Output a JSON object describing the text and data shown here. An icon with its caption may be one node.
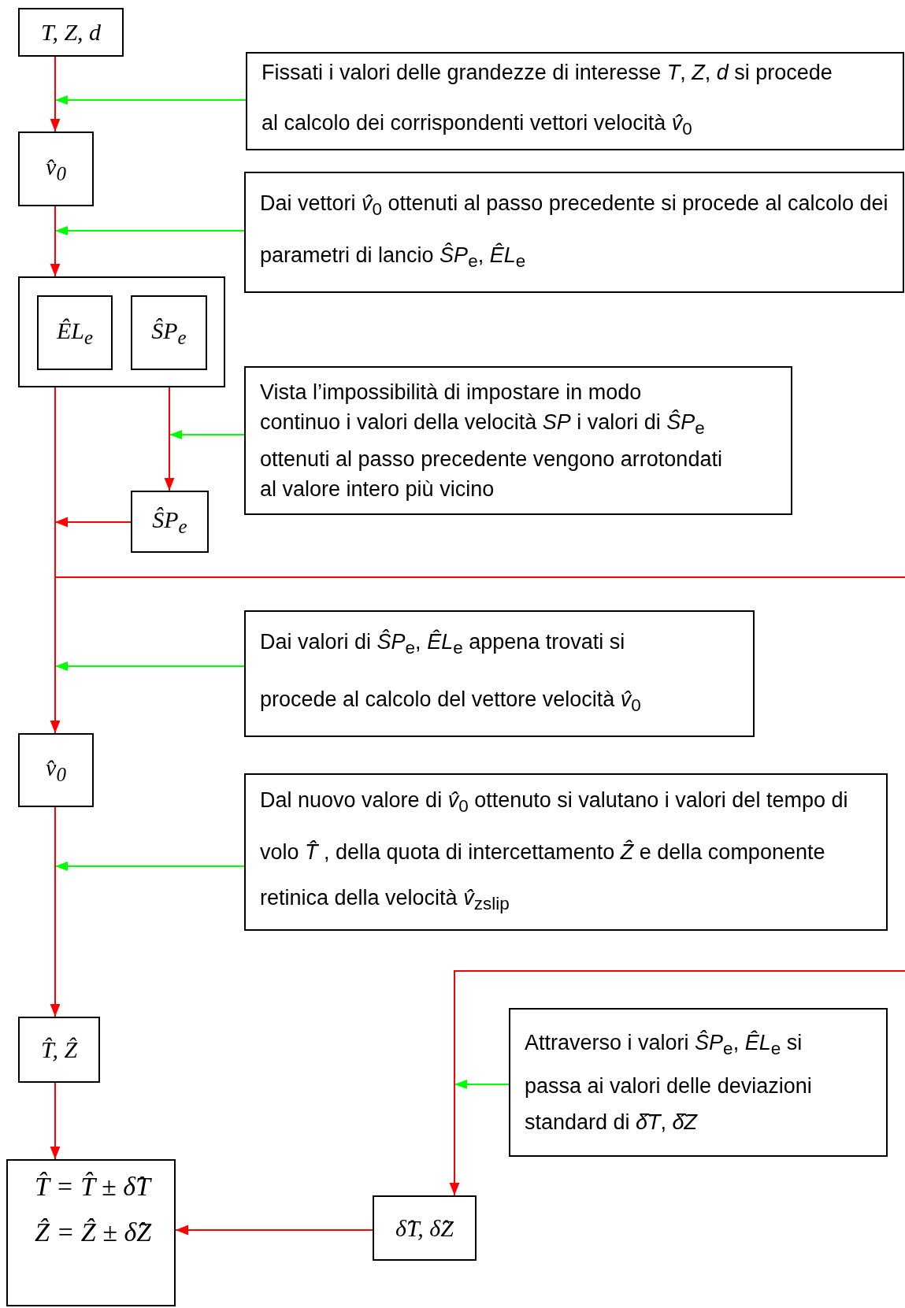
{
  "diagram": {
    "nodes": [
      {
        "text": [
          "T, Z, d"
        ]
      },
      {
        "text": [
          "Fissati i valori delle grandezze di interesse *T*, *Z*, *d* si procede al calcolo dei corrispondenti vettori velocità *v̂*$_{0}$"
        ]
      },
      {
        "text": [
          "v̂$_{0}$"
        ]
      },
      {
        "text": [
          "Dai vettori *v̂*$_{0}$ ottenuti al passo precedente si procede al calcolo dei parametri di lancio *ŜP*$_{e}$, *ÊL*$_{e}$"
        ]
      },
      {
        "text": [],
        "shape": "box"
      },
      {
        "text": [
          "ÊL$_{e}$"
        ],
        "in": 4
      },
      {
        "text": [
          "ŜP$_{e}$"
        ],
        "in": 4
      },
      {
        "text": [
          "Vista l’impossibilità di impostare in modo continuo i valori della velocità *SP* i valori di *ŜP*$_{e}$ ottenuti al passo precedente vengono arrotondati al valore intero più vicino"
        ]
      },
      {
        "text": [
          "ŜP$_{e}$"
        ]
      },
      {
        "text": [
          "Dai valori di *ŜP*$_{e}$, *ÊL*$_{e}$ appena trovati si procede al calcolo del vettore velocità *v̂*$_{0}$"
        ]
      },
      {
        "text": [
          "v̂$_{0}$"
        ]
      },
      {
        "text": [
          "Dal nuovo valore di *v̂*$_{0}$ ottenuto si valutano i valori del tempo di volo *T̂* , della quota di intercettamento *Ẑ* e della componente retinica della velocità *v̂*$_{zslip}$"
        ]
      },
      {
        "text": [
          "T̂, Ẑ"
        ]
      },
      {
        "text": [
          "T̂ = T̂ ± δ̂T",
          "Ẑ = Ẑ ± δ̂Z"
        ]
      },
      {
        "text": [
          "δ̂T, δ̂Z"
        ]
      },
      {
        "text": [
          "Attraverso i valori *ŜP*$_{e}$, *ÊL*$_{e}$ si passa ai valori delle deviazioni standard di *δ̂T*, *δ̂Z*"
        ]
      }
    ],
    "edges": [
      {
        "from": 0,
        "to": 2,
        "arrow": "to"
      },
      {
        "from": 1,
        "to": 2,
        "arrow": "to",
        "color": "#00ff00"
      },
      {
        "from": 2,
        "to": 4,
        "arrow": "to"
      },
      {
        "from": 3,
        "to": 4,
        "arrow": "to",
        "color": "#00ff00"
      },
      {
        "from": 4,
        "to": 8,
        "arrow": "to"
      },
      {
        "from": 7,
        "to": 8,
        "arrow": "to",
        "color": "#00ff00"
      },
      {
        "from": 8,
        "to": null,
        "arrow": "to"
      },
      {
        "from": 4,
        "to": 10,
        "arrow": "to"
      },
      {
        "from": 4,
        "to": null,
        "arrow": "none"
      },
      {
        "from": 9,
        "to": 10,
        "arrow": "to",
        "color": "#00ff00"
      },
      {
        "from": 10,
        "to": 12,
        "arrow": "to"
      },
      {
        "from": 11,
        "to": 12,
        "arrow": "to",
        "color": "#00ff00"
      },
      {
        "from": 12,
        "to": 13,
        "arrow": "to"
      },
      {
        "from": null,
        "to": 14,
        "arrow": "to"
      },
      {
        "from": 15,
        "to": 14,
        "arrow": "to",
        "color": "#00ff00"
      },
      {
        "from": 14,
        "to": 13,
        "arrow": "to"
      }
    ]
  }
}
